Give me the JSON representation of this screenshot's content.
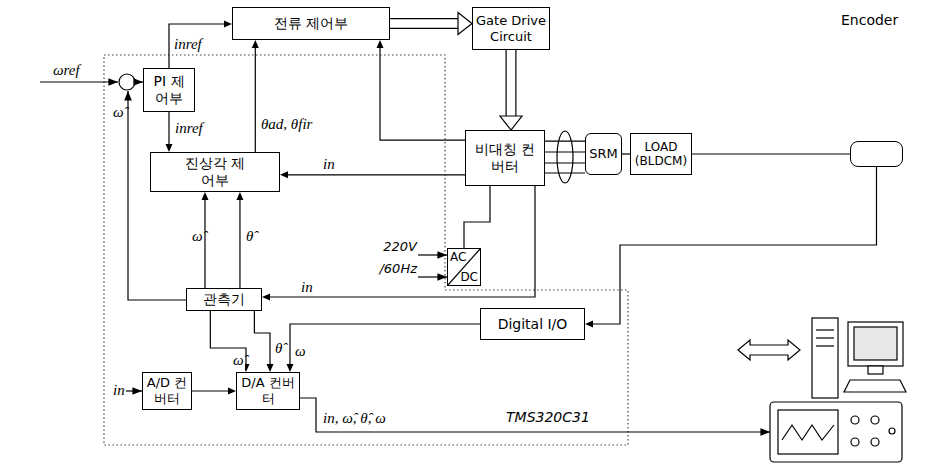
{
  "diagram": {
    "nodes": [
      {
        "text": [
          "전류 제어부"
        ]
      },
      {
        "text": [
          "Gate Drive Circuit"
        ]
      },
      {
        "text": [
          "PI 제어부"
        ]
      },
      {
        "text": [
          "진상각 제어부"
        ]
      },
      {
        "text": [
          "비대칭 컨버터"
        ]
      },
      {
        "text": [
          "SRM"
        ]
      },
      {
        "text": [
          "LOAD (BLDCM)"
        ]
      },
      {
        "text": [
          "Encoder"
        ]
      },
      {
        "text": [
          "AC",
          "DC"
        ]
      },
      {
        "text": [
          "관측기"
        ]
      },
      {
        "text": [
          "Digital I/O"
        ]
      },
      {
        "text": [
          "A/D 컨버터"
        ]
      },
      {
        "text": [
          "D/A 컨버터"
        ]
      }
    ],
    "edges": [
      {
        "from": 2,
        "to": 0,
        "arrow": "to",
        "label": "inref"
      },
      {
        "from": 2,
        "to": 3,
        "arrow": "to",
        "label": "inref"
      },
      {
        "from": 3,
        "to": 0,
        "arrow": "to",
        "label": "θad, θfir"
      },
      {
        "from": 0,
        "to": 1,
        "arrow": "to"
      },
      {
        "from": 1,
        "to": 4,
        "arrow": "to"
      },
      {
        "from": 4,
        "to": 5,
        "arrow": "none"
      },
      {
        "from": 8,
        "to": 4,
        "arrow": "none"
      },
      {
        "from": 5,
        "to": 6,
        "arrow": "none"
      },
      {
        "from": 6,
        "to": 7,
        "arrow": "none"
      },
      {
        "from": 7,
        "to": 10,
        "arrow": "to"
      },
      {
        "from": 10,
        "to": 12,
        "arrow": "to",
        "label": "ω"
      },
      {
        "from": 9,
        "to": 3,
        "arrow": "to",
        "label": "ω̂"
      },
      {
        "from": 9,
        "to": 3,
        "arrow": "to",
        "label": "θ̂"
      },
      {
        "from": 9,
        "to": 12,
        "arrow": "to",
        "label": "ω̂"
      },
      {
        "from": 9,
        "to": 12,
        "arrow": "to",
        "label": "θ̂"
      },
      {
        "from": 11,
        "to": 12,
        "arrow": "to"
      },
      {
        "from": 4,
        "to": 9,
        "arrow": "to",
        "label": "in"
      },
      {
        "from": 4,
        "to": 3,
        "arrow": "to",
        "label": "in"
      },
      {
        "from": 4,
        "to": 0,
        "arrow": "to"
      }
    ],
    "labels": [
      "ωref",
      "ω̂",
      "220V /60Hz",
      "in",
      "in, ω̂, θ̂, ω",
      "TMS320C31"
    ]
  }
}
